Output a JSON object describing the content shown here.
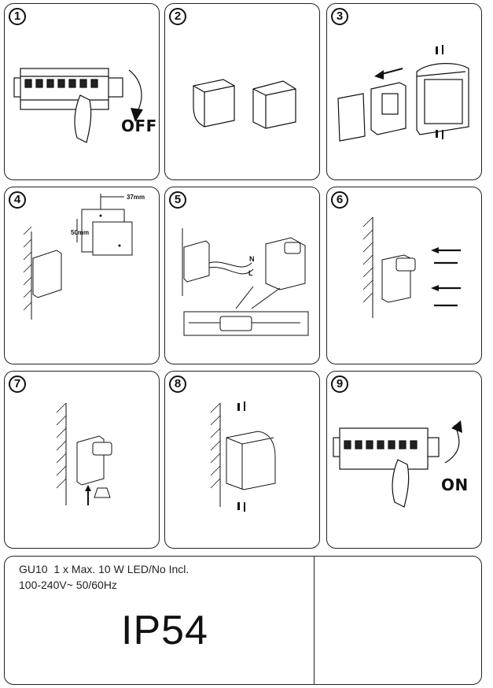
{
  "steps": [
    {
      "number": "1",
      "caption": "OFF"
    },
    {
      "number": "2"
    },
    {
      "number": "3"
    },
    {
      "number": "4",
      "dim_width": "37mm",
      "dim_height": "50mm"
    },
    {
      "number": "5",
      "wire_n": "N",
      "wire_l": "L"
    },
    {
      "number": "6"
    },
    {
      "number": "7"
    },
    {
      "number": "8"
    },
    {
      "number": "9",
      "caption": "ON"
    }
  ],
  "spec": {
    "line1": "GU10  1 x Max. 10 W LED/No Incl.",
    "line2": "100-240V~ 50/60Hz",
    "ip_rating": "IP54"
  }
}
